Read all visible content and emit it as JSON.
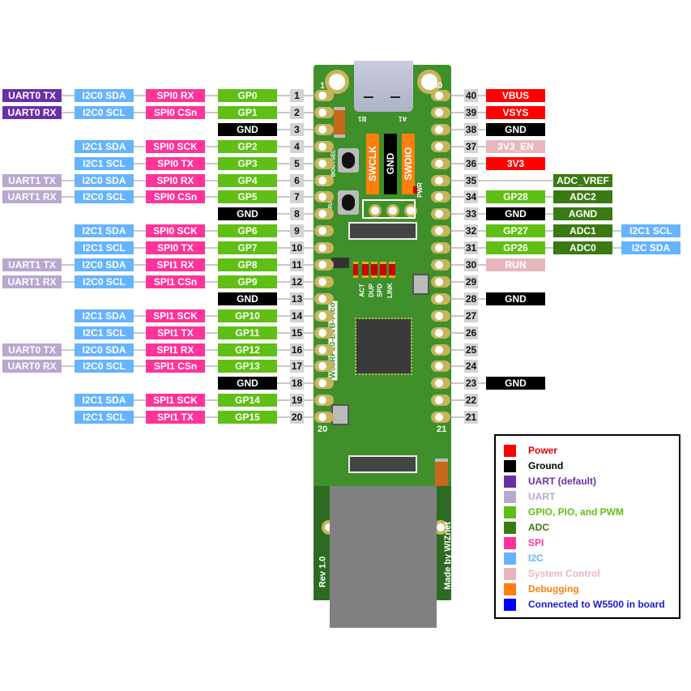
{
  "colors": {
    "power": "#ff0000",
    "ground": "#000000",
    "uart_default": "#6a2fa8",
    "uart": "#b9a7d0",
    "gpio": "#5fbf14",
    "adc": "#3a7a12",
    "spi": "#ff3399",
    "i2c": "#66b3ff",
    "system": "#e6b8be",
    "debug": "#ff7f0e",
    "w5500": "#0000ff"
  },
  "left_pins": [
    {
      "num": "1",
      "gp": "GP0",
      "gpc": "gpio",
      "spi": "SPI0 RX",
      "i2c": "I2C0 SDA",
      "uart": "UART0 TX",
      "uartc": "uart_default"
    },
    {
      "num": "2",
      "gp": "GP1",
      "gpc": "gpio",
      "spi": "SPI0 CSn",
      "i2c": "I2C0 SCL",
      "uart": "UART0 RX",
      "uartc": "uart_default"
    },
    {
      "num": "3",
      "gp": "GND",
      "gpc": "ground"
    },
    {
      "num": "4",
      "gp": "GP2",
      "gpc": "gpio",
      "spi": "SPI0 SCK",
      "i2c": "I2C1 SDA"
    },
    {
      "num": "5",
      "gp": "GP3",
      "gpc": "gpio",
      "spi": "SPI0 TX",
      "i2c": "I2C1 SCL"
    },
    {
      "num": "6",
      "gp": "GP4",
      "gpc": "gpio",
      "spi": "SPI0 RX",
      "i2c": "I2C0 SDA",
      "uart": "UART1 TX",
      "uartc": "uart"
    },
    {
      "num": "7",
      "gp": "GP5",
      "gpc": "gpio",
      "spi": "SPI0 CSn",
      "i2c": "I2C0 SCL",
      "uart": "UART1 RX",
      "uartc": "uart"
    },
    {
      "num": "8",
      "gp": "GND",
      "gpc": "ground"
    },
    {
      "num": "9",
      "gp": "GP6",
      "gpc": "gpio",
      "spi": "SPI0 SCK",
      "i2c": "I2C1 SDA"
    },
    {
      "num": "10",
      "gp": "GP7",
      "gpc": "gpio",
      "spi": "SPI0 TX",
      "i2c": "I2C1 SCL"
    },
    {
      "num": "11",
      "gp": "GP8",
      "gpc": "gpio",
      "spi": "SPI1 RX",
      "i2c": "I2C0 SDA",
      "uart": "UART1 TX",
      "uartc": "uart"
    },
    {
      "num": "12",
      "gp": "GP9",
      "gpc": "gpio",
      "spi": "SPI1 CSn",
      "i2c": "I2C0 SCL",
      "uart": "UART1 RX",
      "uartc": "uart"
    },
    {
      "num": "13",
      "gp": "GND",
      "gpc": "ground"
    },
    {
      "num": "14",
      "gp": "GP10",
      "gpc": "gpio",
      "spi": "SPI1 SCK",
      "i2c": "I2C1 SDA"
    },
    {
      "num": "15",
      "gp": "GP11",
      "gpc": "gpio",
      "spi": "SPI1 TX",
      "i2c": "I2C1 SCL"
    },
    {
      "num": "16",
      "gp": "GP12",
      "gpc": "gpio",
      "spi": "SPI1 RX",
      "i2c": "I2C0 SDA",
      "uart": "UART0 TX",
      "uartc": "uart"
    },
    {
      "num": "17",
      "gp": "GP13",
      "gpc": "gpio",
      "spi": "SPI1 CSn",
      "i2c": "I2C0 SCL",
      "uart": "UART0 RX",
      "uartc": "uart"
    },
    {
      "num": "18",
      "gp": "GND",
      "gpc": "ground"
    },
    {
      "num": "19",
      "gp": "GP14",
      "gpc": "gpio",
      "spi": "SPI1 SCK",
      "i2c": "I2C1 SDA"
    },
    {
      "num": "20",
      "gp": "GP15",
      "gpc": "gpio",
      "spi": "SPI1 TX",
      "i2c": "I2C1 SCL"
    }
  ],
  "right_pins": [
    {
      "num": "40",
      "a": "VBUS",
      "ac": "power"
    },
    {
      "num": "39",
      "a": "VSYS",
      "ac": "power"
    },
    {
      "num": "38",
      "a": "GND",
      "ac": "ground"
    },
    {
      "num": "37",
      "a": "3V3_EN",
      "ac": "system"
    },
    {
      "num": "36",
      "a": "3V3",
      "ac": "power"
    },
    {
      "num": "35",
      "b": "ADC_VREF",
      "bc": "adc"
    },
    {
      "num": "34",
      "a": "GP28",
      "ac": "gpio",
      "b": "ADC2",
      "bc": "adc"
    },
    {
      "num": "33",
      "a": "GND",
      "ac": "ground",
      "b": "AGND",
      "bc": "adc"
    },
    {
      "num": "32",
      "a": "GP27",
      "ac": "gpio",
      "b": "ADC1",
      "bc": "adc",
      "c": "I2C1 SCL",
      "cc": "i2c"
    },
    {
      "num": "31",
      "a": "GP26",
      "ac": "gpio",
      "b": "ADC0",
      "bc": "adc",
      "c": "I2C SDA",
      "cc": "i2c"
    },
    {
      "num": "30",
      "a": "RUN",
      "ac": "system"
    },
    {
      "num": "29"
    },
    {
      "num": "28",
      "a": "GND",
      "ac": "ground"
    },
    {
      "num": "27"
    },
    {
      "num": "26"
    },
    {
      "num": "25"
    },
    {
      "num": "24"
    },
    {
      "num": "23",
      "a": "GND",
      "ac": "ground"
    },
    {
      "num": "22"
    },
    {
      "num": "21"
    }
  ],
  "board": {
    "corner_labels": {
      "pin1": "1",
      "pin40": "40",
      "pin20": "20",
      "pin21": "21"
    },
    "debug_header": [
      {
        "label": "SWCLK",
        "color": "#ff7f0e"
      },
      {
        "label": "GND",
        "color": "#000000"
      },
      {
        "label": "SWDIO",
        "color": "#ff7f0e"
      }
    ],
    "buttons": {
      "bootsel": "BOOTSEL",
      "run": "RUN"
    },
    "pwr_label": "PWR",
    "leds": [
      "ACT",
      "DUP",
      "SPD",
      "LINK"
    ],
    "model": "W55RP20-EVB-Pico",
    "revision": "Rev 1.0",
    "maker": "Made by WIZnet",
    "usb_labels": {
      "b": "B1",
      "a": "A1"
    }
  },
  "legend": [
    {
      "label": "Power",
      "color": "#ff0000",
      "text": "#e00000"
    },
    {
      "label": "Ground",
      "color": "#000000",
      "text": "#000000"
    },
    {
      "label": "UART  (default)",
      "color": "#6a2fa8",
      "text": "#6a2fa8"
    },
    {
      "label": "UART",
      "color": "#b9a7d0",
      "text": "#b9a7d0"
    },
    {
      "label": "GPIO, PIO, and PWM",
      "color": "#5fbf14",
      "text": "#5fbf14"
    },
    {
      "label": "ADC",
      "color": "#3a7a12",
      "text": "#3a7a12"
    },
    {
      "label": "SPI",
      "color": "#ff3399",
      "text": "#ff3399"
    },
    {
      "label": "I2C",
      "color": "#66b3ff",
      "text": "#66b3ff"
    },
    {
      "label": "System Control",
      "color": "#e6b8be",
      "text": "#e6b8be"
    },
    {
      "label": "Debugging",
      "color": "#ff7f0e",
      "text": "#ff7f0e"
    },
    {
      "label": "Connected to W5500 in board",
      "color": "#0000ff",
      "text": "#1a1ad0"
    }
  ]
}
